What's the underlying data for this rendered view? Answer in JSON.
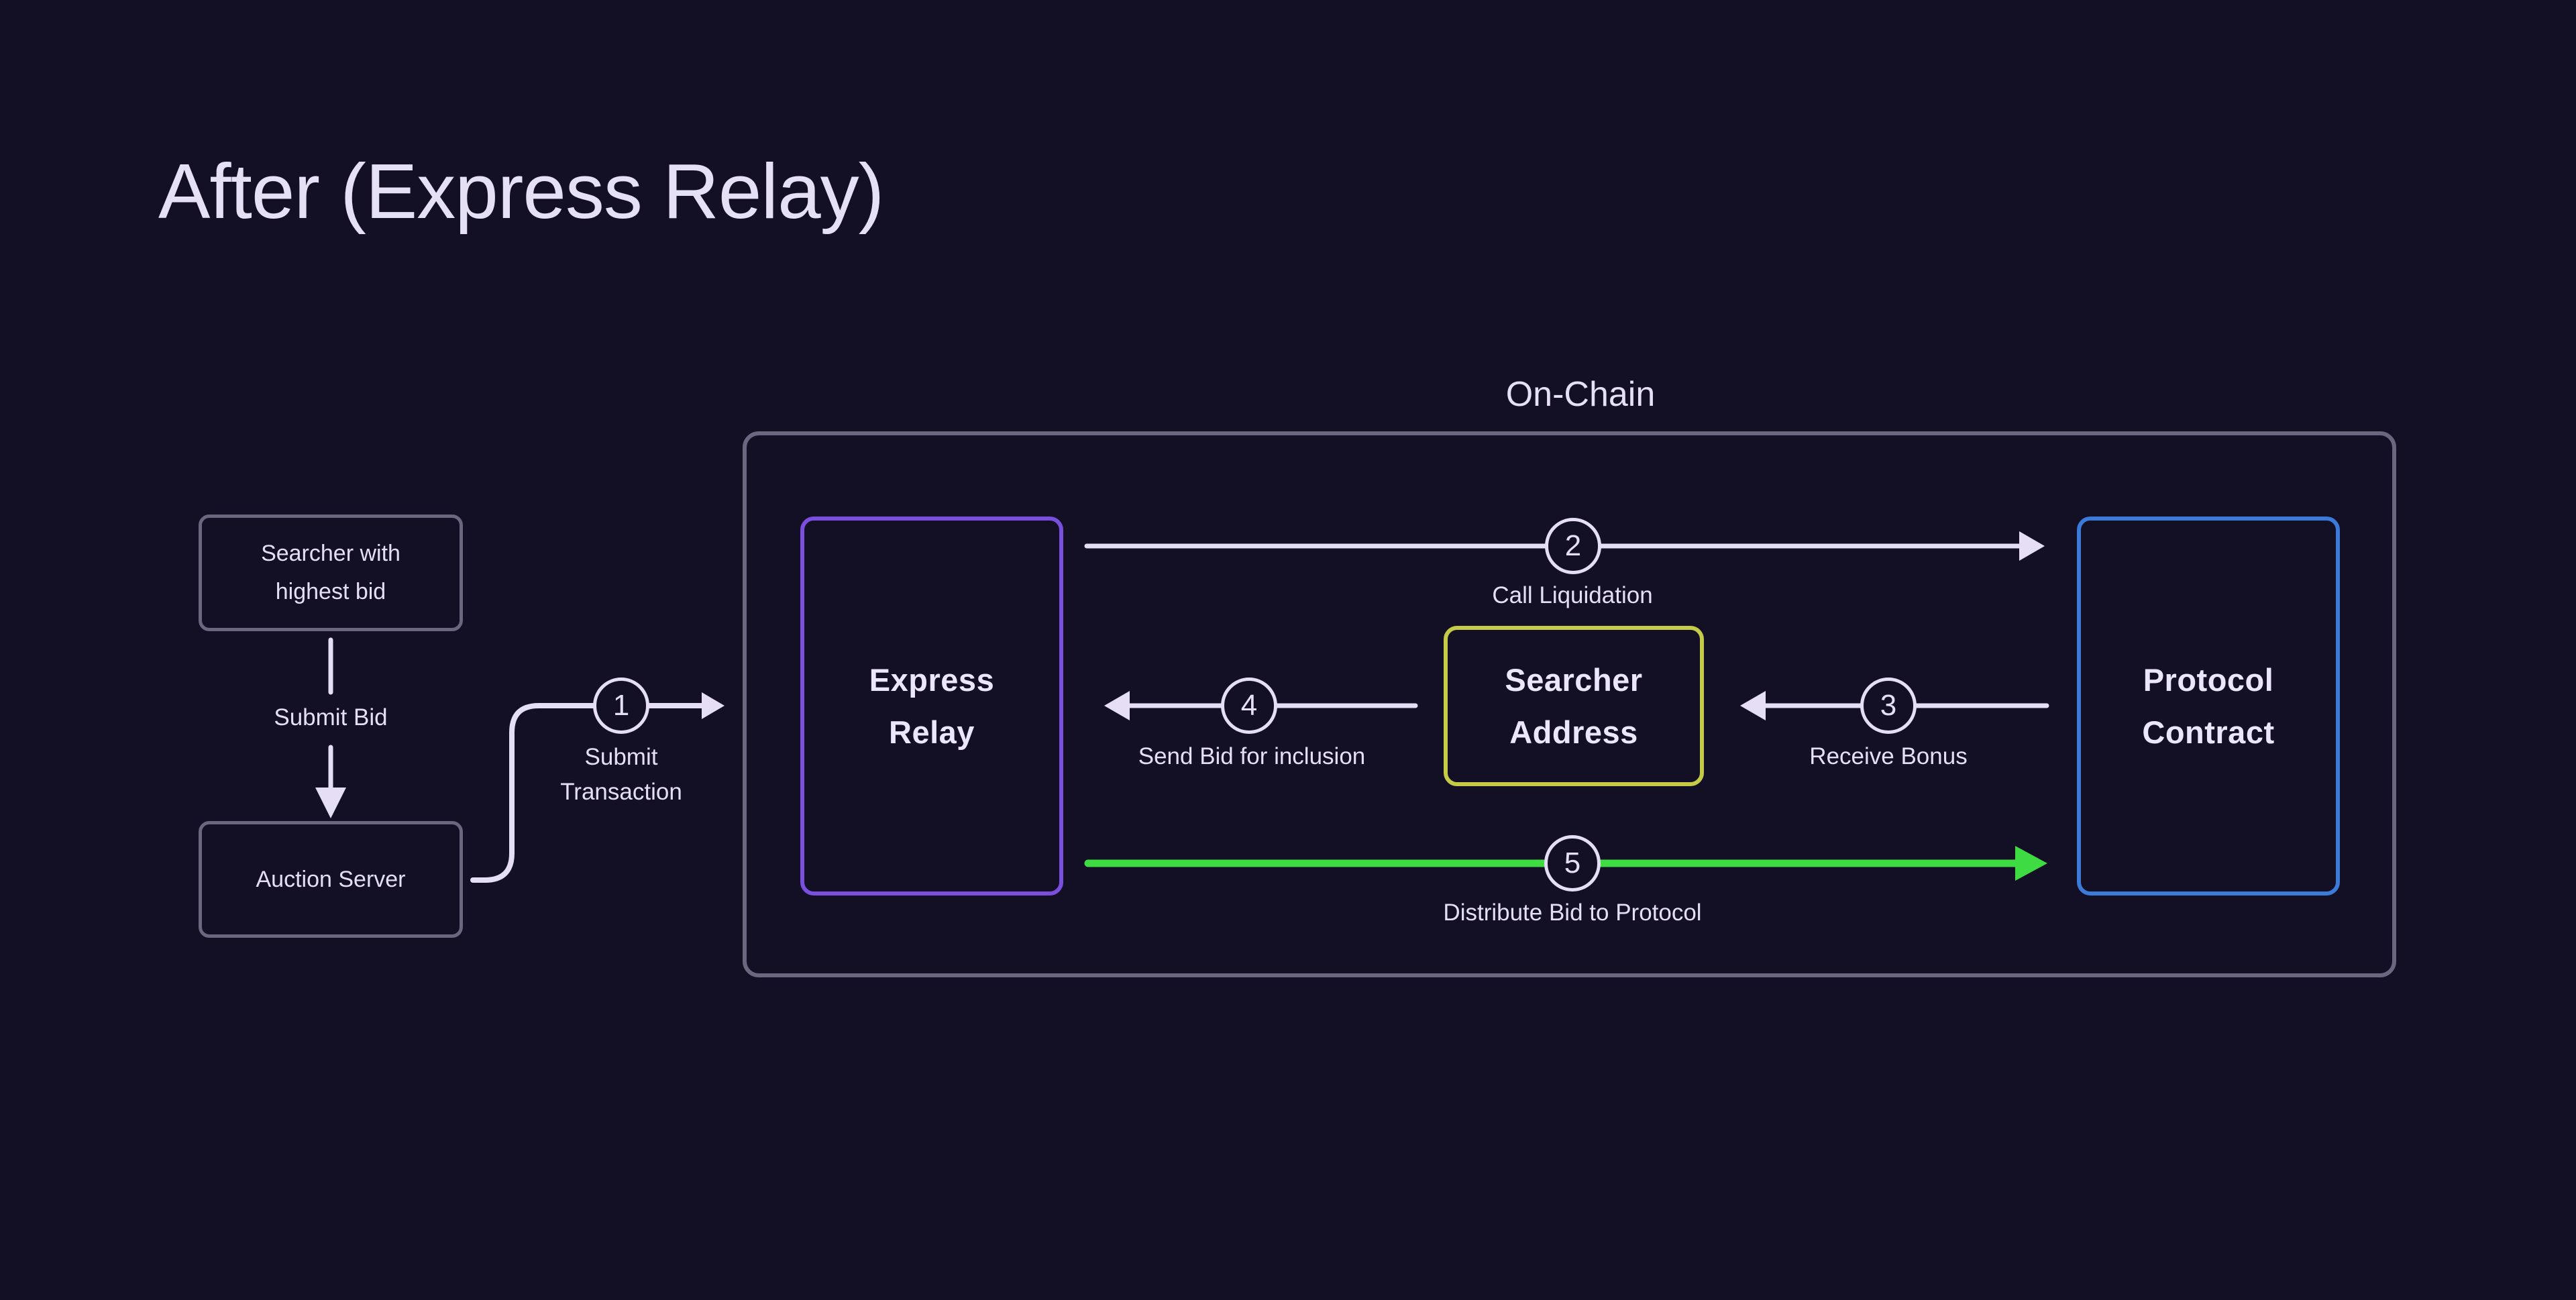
{
  "page": {
    "title": "After (Express Relay)"
  },
  "colors": {
    "background": "#131026",
    "text_lavender": "#E5DEF5",
    "container_border_gray": "#6C6781",
    "express_relay_purple": "#7B4FDE",
    "protocol_contract_blue": "#3B7AD9",
    "searcher_address_yellow": "#C5CA47",
    "distribute_arrow_green": "#3EDB42"
  },
  "diagram": {
    "onchain_label": "On-Chain",
    "offchain": {
      "searcher_bidder_box": {
        "line1": "Searcher with",
        "line2": "highest bid"
      },
      "submit_bid_label": "Submit Bid",
      "auction_server_box": {
        "label": "Auction Server"
      }
    },
    "onchain_nodes": {
      "express_relay": {
        "line1": "Express",
        "line2": "Relay"
      },
      "searcher_address": {
        "line1": "Searcher",
        "line2": "Address"
      },
      "protocol_contract": {
        "line1": "Protocol",
        "line2": "Contract"
      }
    },
    "steps": {
      "step1": {
        "number": "1",
        "line1": "Submit",
        "line2": "Transaction"
      },
      "step2": {
        "number": "2",
        "label": "Call Liquidation"
      },
      "step3": {
        "number": "3",
        "label": "Receive Bonus"
      },
      "step4": {
        "number": "4",
        "label": "Send Bid for inclusion"
      },
      "step5": {
        "number": "5",
        "label": "Distribute Bid to Protocol"
      }
    }
  }
}
